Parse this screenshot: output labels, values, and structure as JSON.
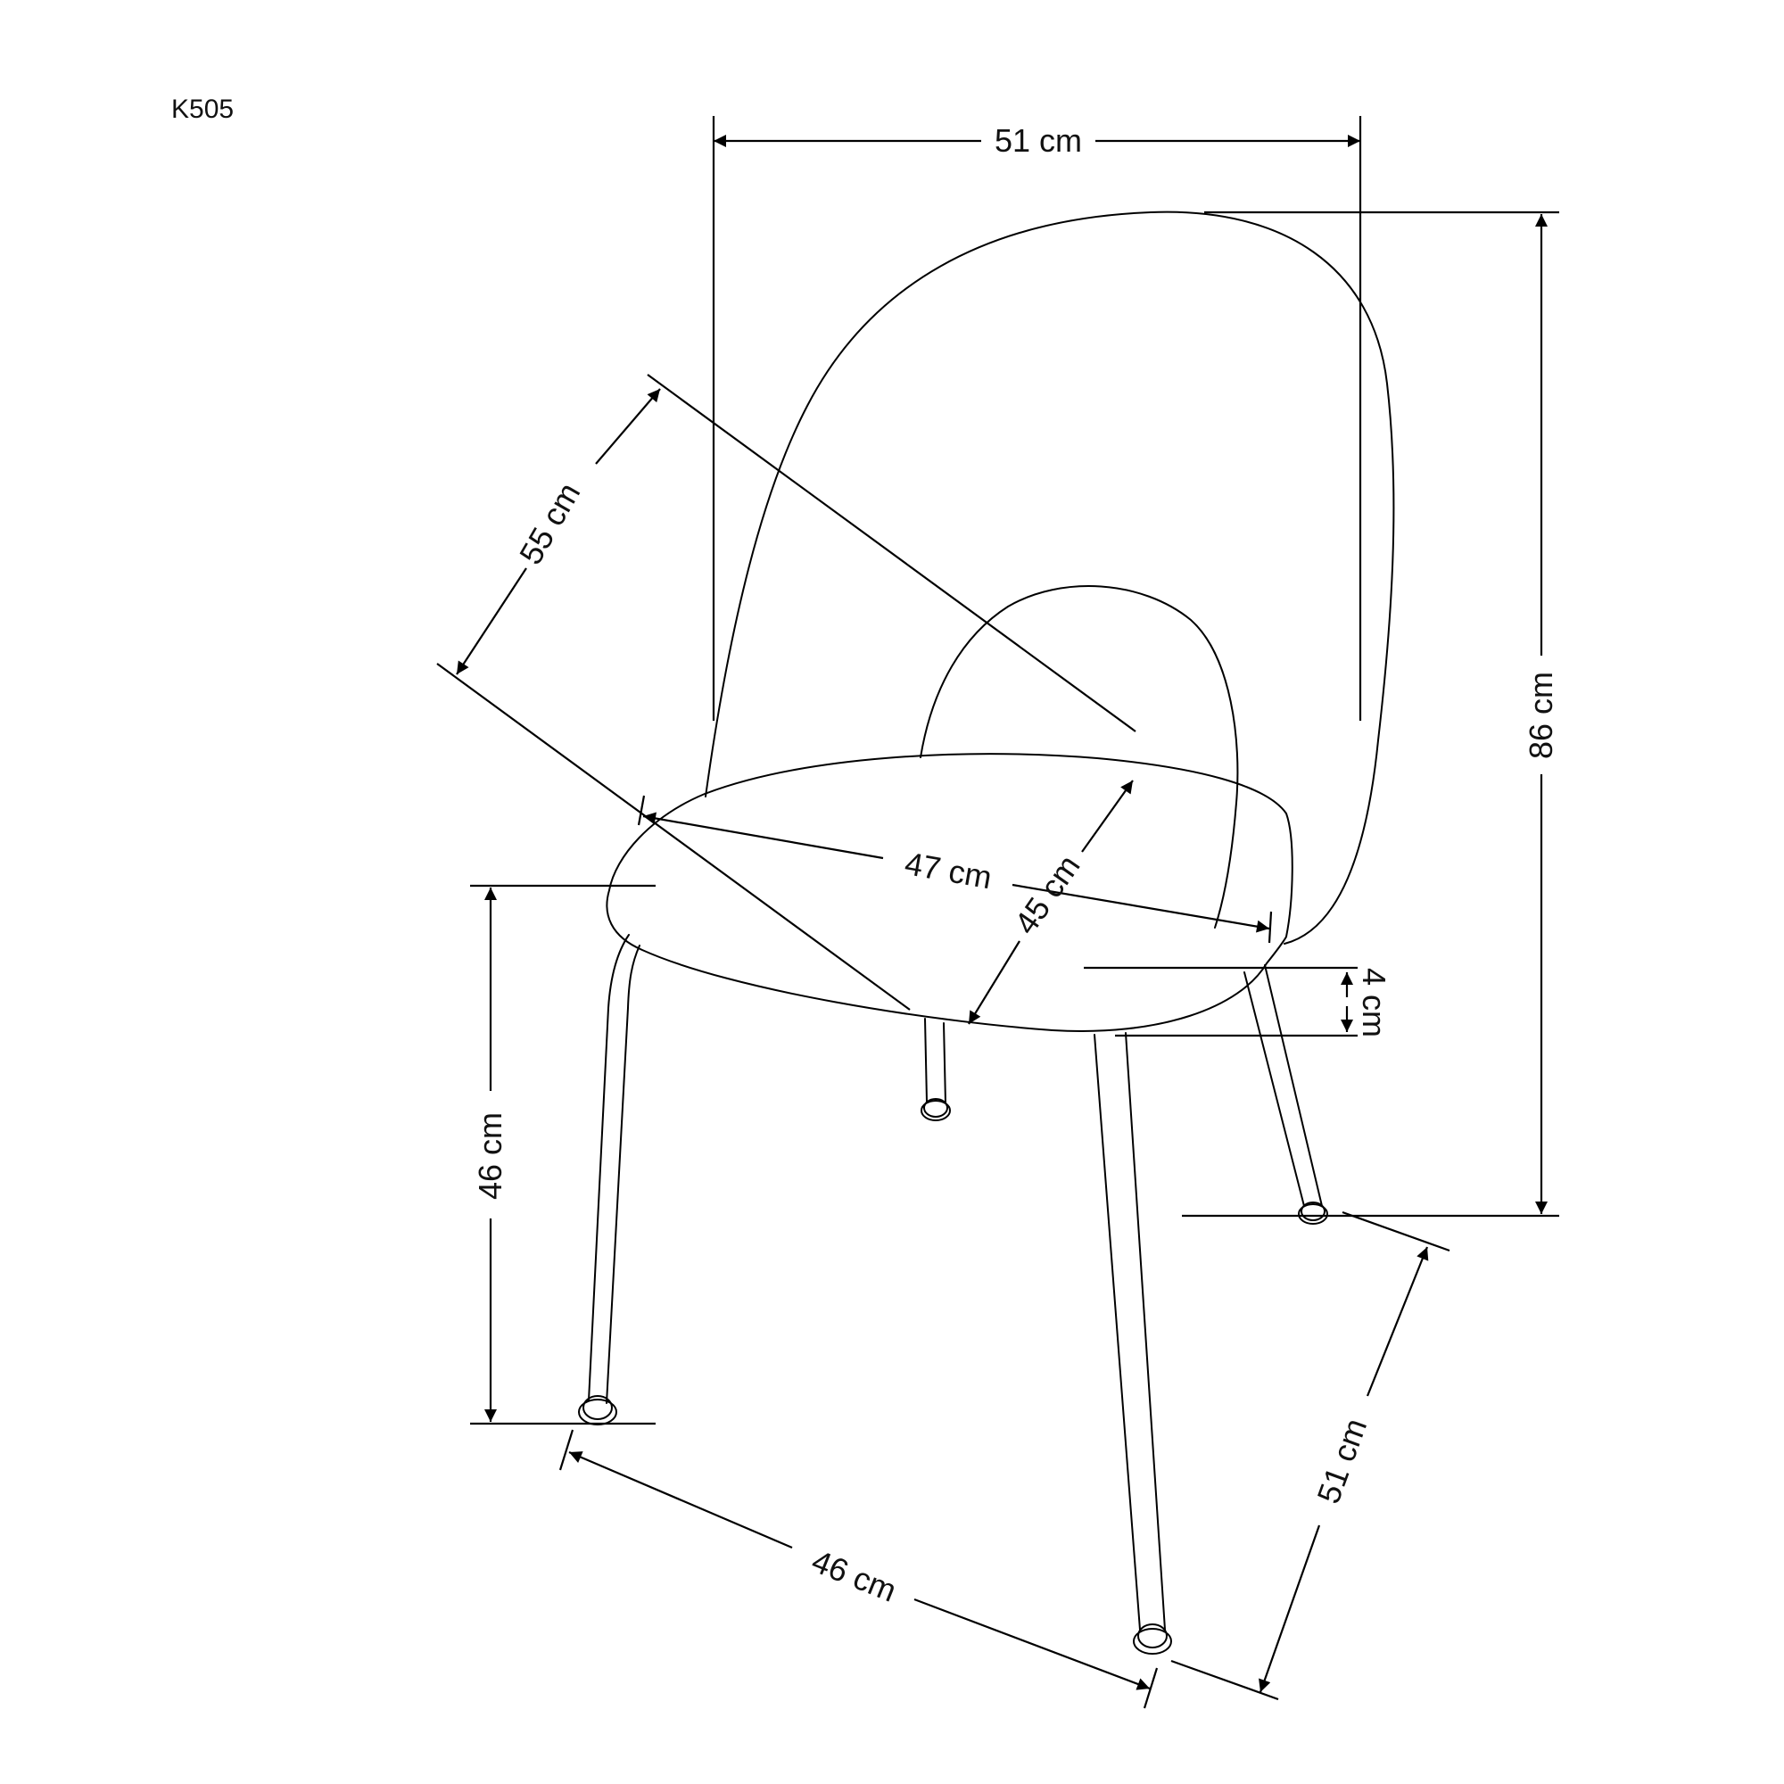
{
  "product_code": "K505",
  "dimensions": {
    "width": "51 cm",
    "height": "86 cm",
    "depth_diagonal": "55 cm",
    "seat_width": "47 cm",
    "seat_depth": "45 cm",
    "seat_thickness": "4 cm",
    "seat_height": "46 cm",
    "base_front": "46 cm",
    "base_side": "51 cm"
  }
}
